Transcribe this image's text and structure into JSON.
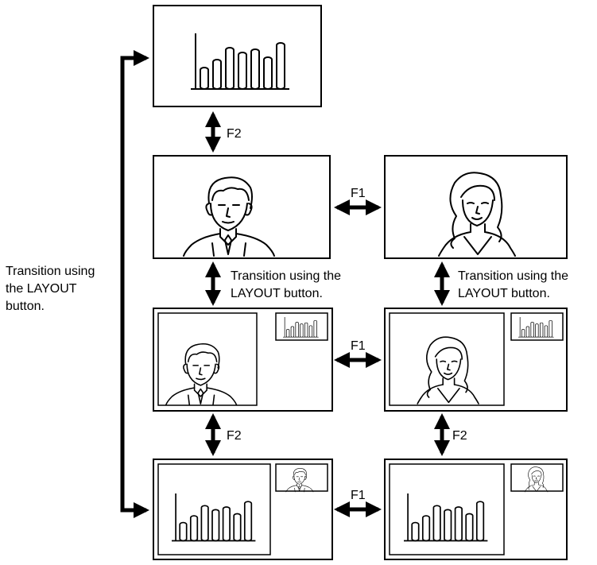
{
  "labels": {
    "f1": "F1",
    "f2": "F2",
    "transition_layout": [
      "Transition using the",
      "LAYOUT button."
    ],
    "transition_layout_left": [
      "Transition using",
      "the LAYOUT",
      "button."
    ]
  },
  "screens": [
    {
      "id": "graph-full",
      "content": "bar chart"
    },
    {
      "id": "man-full",
      "content": "man portrait"
    },
    {
      "id": "woman-full",
      "content": "woman portrait"
    },
    {
      "id": "man-with-graph-inset",
      "content": "man portrait + small bar chart"
    },
    {
      "id": "woman-with-graph-inset",
      "content": "woman portrait + small bar chart"
    },
    {
      "id": "graph-with-man-inset",
      "content": "bar chart + small man portrait"
    },
    {
      "id": "graph-with-woman-inset",
      "content": "bar chart + small woman portrait"
    }
  ],
  "colors": {
    "line": "#000000",
    "background": "#ffffff"
  }
}
